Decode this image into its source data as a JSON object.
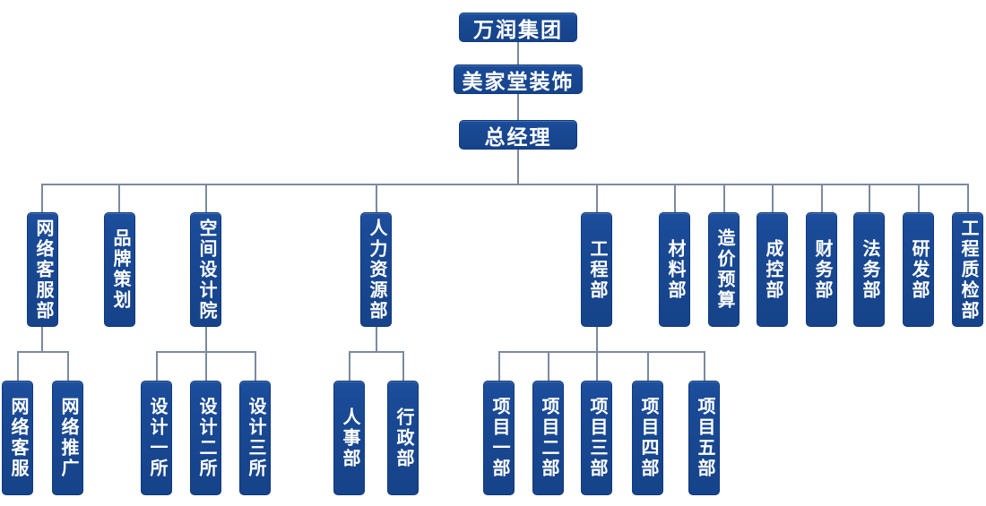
{
  "orgchart": {
    "type": "org-chart",
    "colors": {
      "node_fill": "#1a4a96",
      "node_border": "#0f3a7d",
      "connector": "#7b8a9e",
      "text": "#ffffff"
    },
    "top_nodes": [
      {
        "label": "万润集团"
      },
      {
        "label": "美家堂装饰"
      },
      {
        "label": "总经理"
      }
    ],
    "departments": [
      {
        "label": "网络客服部"
      },
      {
        "label": "品牌策划"
      },
      {
        "label": "空间设计院"
      },
      {
        "label": "人力资源部"
      },
      {
        "label": "工程部"
      },
      {
        "label": "材料部"
      },
      {
        "label": "造价预算"
      },
      {
        "label": "成控部"
      },
      {
        "label": "财务部"
      },
      {
        "label": "法务部"
      },
      {
        "label": "研发部"
      },
      {
        "label": "工程质检部"
      }
    ],
    "branches": [
      {
        "parent": "网络客服部",
        "children": [
          {
            "label": "网络客服"
          },
          {
            "label": "网络推广"
          }
        ]
      },
      {
        "parent": "空间设计院",
        "children": [
          {
            "label": "设计一所"
          },
          {
            "label": "设计二所"
          },
          {
            "label": "设计三所"
          }
        ]
      },
      {
        "parent": "人力资源部",
        "children": [
          {
            "label": "人事部"
          },
          {
            "label": "行政部"
          }
        ]
      },
      {
        "parent": "工程部",
        "children": [
          {
            "label": "项目一部"
          },
          {
            "label": "项目二部"
          },
          {
            "label": "项目三部"
          },
          {
            "label": "项目四部"
          },
          {
            "label": "项目五部"
          }
        ]
      }
    ]
  }
}
